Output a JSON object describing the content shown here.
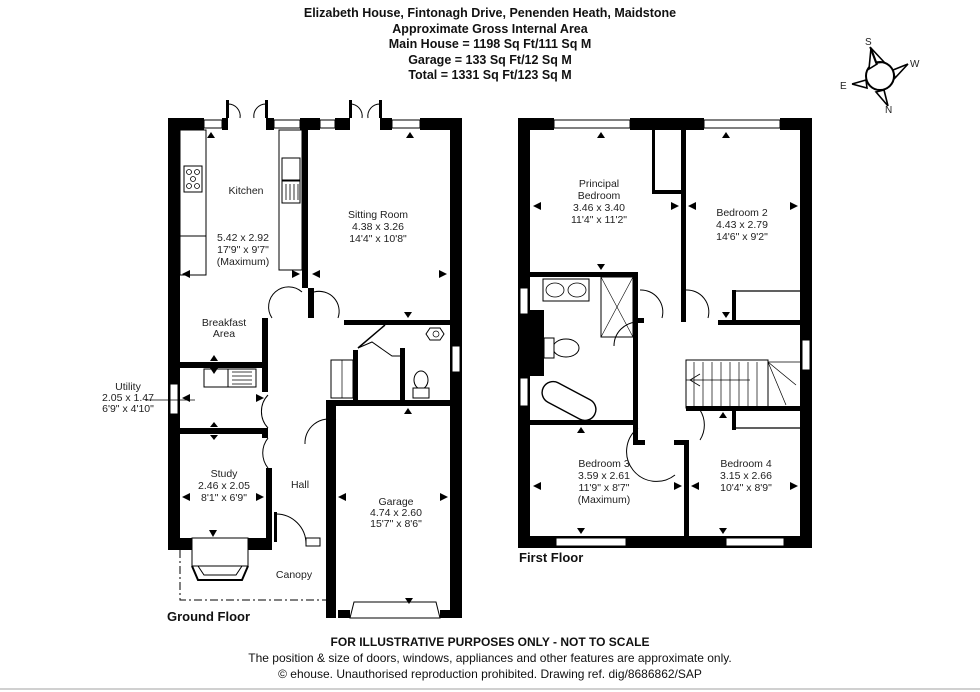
{
  "header": {
    "address": "Elizabeth House, Fintonagh Drive, Penenden Heath, Maidstone",
    "subtitle": "Approximate Gross Internal Area",
    "main_house": "Main House = 1198 Sq Ft/111 Sq M",
    "garage": "Garage = 133 Sq Ft/12 Sq M",
    "total": "Total = 1331 Sq Ft/123 Sq M"
  },
  "compass": {
    "icon": "compass-rose-icon",
    "s": "S",
    "w": "W",
    "e": "E",
    "n": "N"
  },
  "ground_floor": {
    "label": "Ground Floor",
    "rooms": {
      "kitchen": {
        "name": "Kitchen",
        "metric": "5.42 x 2.92",
        "imperial": "17'9\" x 9'7\"",
        "note": "(Maximum)"
      },
      "sitting_room": {
        "name": "Sitting Room",
        "metric": "4.38 x 3.26",
        "imperial": "14'4\" x 10'8\""
      },
      "breakfast": {
        "name": "Breakfast",
        "name2": "Area"
      },
      "utility": {
        "name": "Utility",
        "metric": "2.05 x 1.47",
        "imperial": "6'9\" x 4'10\""
      },
      "study": {
        "name": "Study",
        "metric": "2.46 x 2.05",
        "imperial": "8'1\" x 6'9\""
      },
      "hall": {
        "name": "Hall"
      },
      "garage": {
        "name": "Garage",
        "metric": "4.74 x 2.60",
        "imperial": "15'7\" x 8'6\""
      },
      "canopy": {
        "name": "Canopy"
      }
    }
  },
  "first_floor": {
    "label": "First Floor",
    "rooms": {
      "principal": {
        "name": "Principal",
        "name2": "Bedroom",
        "metric": "3.46 x 3.40",
        "imperial": "11'4\" x 11'2\""
      },
      "bedroom2": {
        "name": "Bedroom 2",
        "metric": "4.43 x 2.79",
        "imperial": "14'6\" x 9'2\""
      },
      "bedroom3": {
        "name": "Bedroom 3",
        "metric": "3.59 x 2.61",
        "imperial": "11'9\" x 8'7\"",
        "note": "(Maximum)"
      },
      "bedroom4": {
        "name": "Bedroom 4",
        "metric": "3.15 x 2.66",
        "imperial": "10'4\" x 8'9\""
      }
    }
  },
  "footer": {
    "disclaimer": "FOR ILLUSTRATIVE PURPOSES ONLY - NOT TO SCALE",
    "note": "The position & size of doors, windows, appliances and other features are approximate only.",
    "copyright": "© ehouse. Unauthorised reproduction prohibited. Drawing ref. dig/8686862/SAP"
  },
  "colors": {
    "wall": "#000000",
    "background": "#ffffff",
    "text": "#222222"
  }
}
